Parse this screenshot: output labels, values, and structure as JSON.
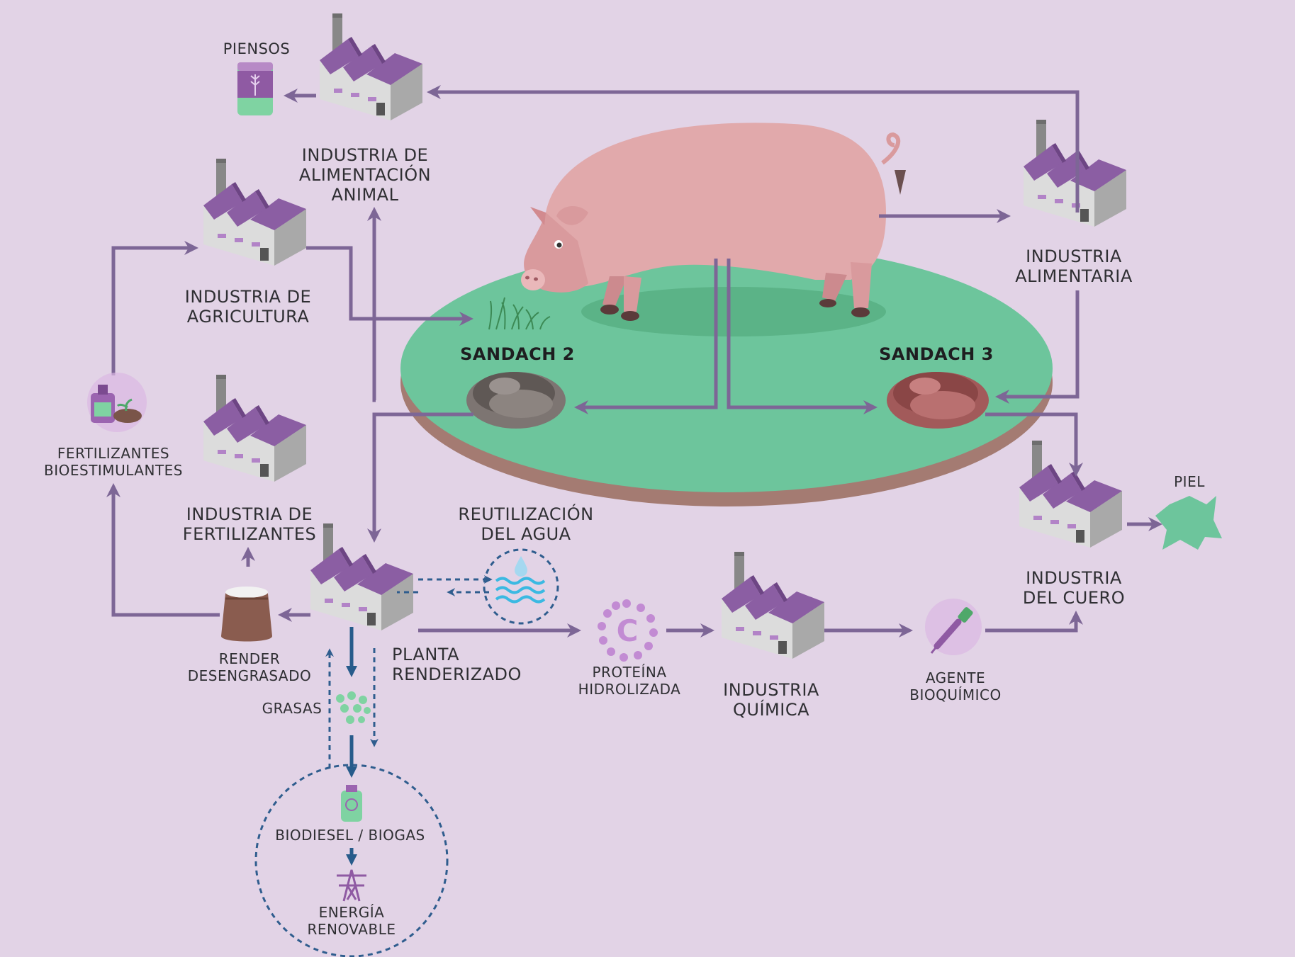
{
  "colors": {
    "background": "#e2d3e6",
    "arrow_solid": "#7d6696",
    "arrow_dashed": "#2f5d8e",
    "arrow_fat": "#275b8b",
    "field_green": "#6dc59c",
    "field_edge": "#a47b72",
    "pig_pink": "#e1a9ab",
    "factory_roof": "#8b5ea3",
    "factory_wall": "#d6d6d6",
    "protein_purple": "#c28bd3"
  },
  "icons": {
    "feed": "feed-bag-icon",
    "fertilizer": "fertilizer-bottle-icon",
    "water": "water-drop-icon",
    "protein": "protein-c-icon",
    "agent": "dropper-icon",
    "leather": "hide-icon",
    "fats": "fat-droplets-icon",
    "fuel": "fuel-can-icon",
    "energy": "power-tower-icon",
    "render": "sack-icon",
    "factory": "factory-icon"
  },
  "labels": {
    "piensos": "PIENSOS",
    "alimentacion_animal": [
      "INDUSTRIA DE",
      "ALIMENTACIÓN",
      "ANIMAL"
    ],
    "agricultura": [
      "INDUSTRIA DE",
      "AGRICULTURA"
    ],
    "fertilizantes_bio": [
      "FERTILIZANTES",
      "BIOESTIMULANTES"
    ],
    "industria_fertilizantes": [
      "INDUSTRIA DE",
      "FERTILIZANTES"
    ],
    "render": [
      "RENDER",
      "DESENGRASADO"
    ],
    "planta": [
      "PLANTA",
      "RENDERIZADO"
    ],
    "agua": [
      "REUTILIZACIÓN",
      "DEL AGUA"
    ],
    "grasas": "GRASAS",
    "biodiesel": "BIODIESEL / BIOGAS",
    "energia": [
      "ENERGÍA",
      "RENOVABLE"
    ],
    "proteina": [
      "PROTEÍNA",
      "HIDROLIZADA"
    ],
    "quimica": [
      "INDUSTRIA",
      "QUÍMICA"
    ],
    "agente": [
      "AGENTE",
      "BIOQUÍMICO"
    ],
    "cuero": [
      "INDUSTRIA",
      "DEL CUERO"
    ],
    "piel": "PIEL",
    "alimentaria": [
      "INDUSTRIA",
      "ALIMENTARIA"
    ],
    "sandach2": "SANDACH 2",
    "sandach3": "SANDACH 3"
  }
}
